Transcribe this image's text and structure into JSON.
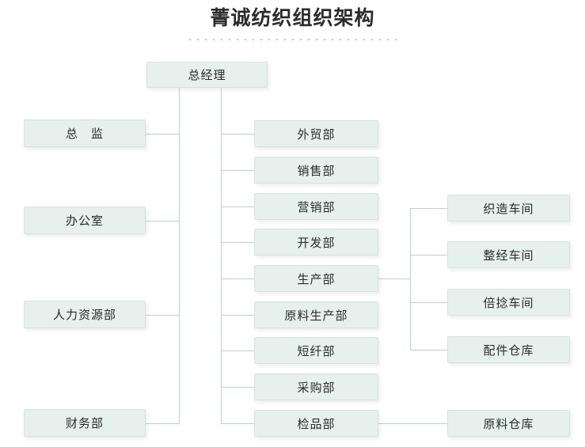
{
  "page": {
    "title": "菁诚纺织组织架构",
    "background_color": "#ffffff",
    "node_fill_color": "#e6f0ed",
    "node_border_color": "#d6e3e0",
    "connector_color": "#b9d2cd",
    "text_color": "#2b2b2b"
  },
  "chart_data": {
    "type": "diagram",
    "title": "菁诚纺织组织架构",
    "root": "总经理",
    "columns": {
      "left": [
        "总　监",
        "办公室",
        "人力资源部",
        "财务部"
      ],
      "middle": [
        "外贸部",
        "销售部",
        "营销部",
        "开发部",
        "生产部",
        "原料生产部",
        "短纤部",
        "采购部",
        "检品部"
      ],
      "right": [
        "织造车间",
        "整经车间",
        "倍捻车间",
        "配件仓库",
        "原料仓库"
      ]
    },
    "edges": [
      {
        "from": "总经理",
        "to": "总　监"
      },
      {
        "from": "总经理",
        "to": "办公室"
      },
      {
        "from": "总经理",
        "to": "人力资源部"
      },
      {
        "from": "总经理",
        "to": "财务部"
      },
      {
        "from": "总经理",
        "to": "外贸部"
      },
      {
        "from": "总经理",
        "to": "销售部"
      },
      {
        "from": "总经理",
        "to": "营销部"
      },
      {
        "from": "总经理",
        "to": "开发部"
      },
      {
        "from": "总经理",
        "to": "生产部"
      },
      {
        "from": "总经理",
        "to": "原料生产部"
      },
      {
        "from": "总经理",
        "to": "短纤部"
      },
      {
        "from": "总经理",
        "to": "采购部"
      },
      {
        "from": "总经理",
        "to": "检品部"
      },
      {
        "from": "生产部",
        "to": "织造车间"
      },
      {
        "from": "生产部",
        "to": "整经车间"
      },
      {
        "from": "生产部",
        "to": "倍捻车间"
      },
      {
        "from": "生产部",
        "to": "配件仓库"
      },
      {
        "from": "检品部",
        "to": "原料仓库"
      }
    ]
  },
  "nodes": {
    "root": {
      "label": "总经理"
    },
    "left": [
      {
        "label": "总　监"
      },
      {
        "label": "办公室"
      },
      {
        "label": "人力资源部"
      },
      {
        "label": "财务部"
      }
    ],
    "middle": [
      {
        "label": "外贸部"
      },
      {
        "label": "销售部"
      },
      {
        "label": "营销部"
      },
      {
        "label": "开发部"
      },
      {
        "label": "生产部"
      },
      {
        "label": "原料生产部"
      },
      {
        "label": "短纤部"
      },
      {
        "label": "采购部"
      },
      {
        "label": "检品部"
      }
    ],
    "right": [
      {
        "label": "织造车间"
      },
      {
        "label": "整经车间"
      },
      {
        "label": "倍捻车间"
      },
      {
        "label": "配件仓库"
      },
      {
        "label": "原料仓库"
      }
    ]
  }
}
